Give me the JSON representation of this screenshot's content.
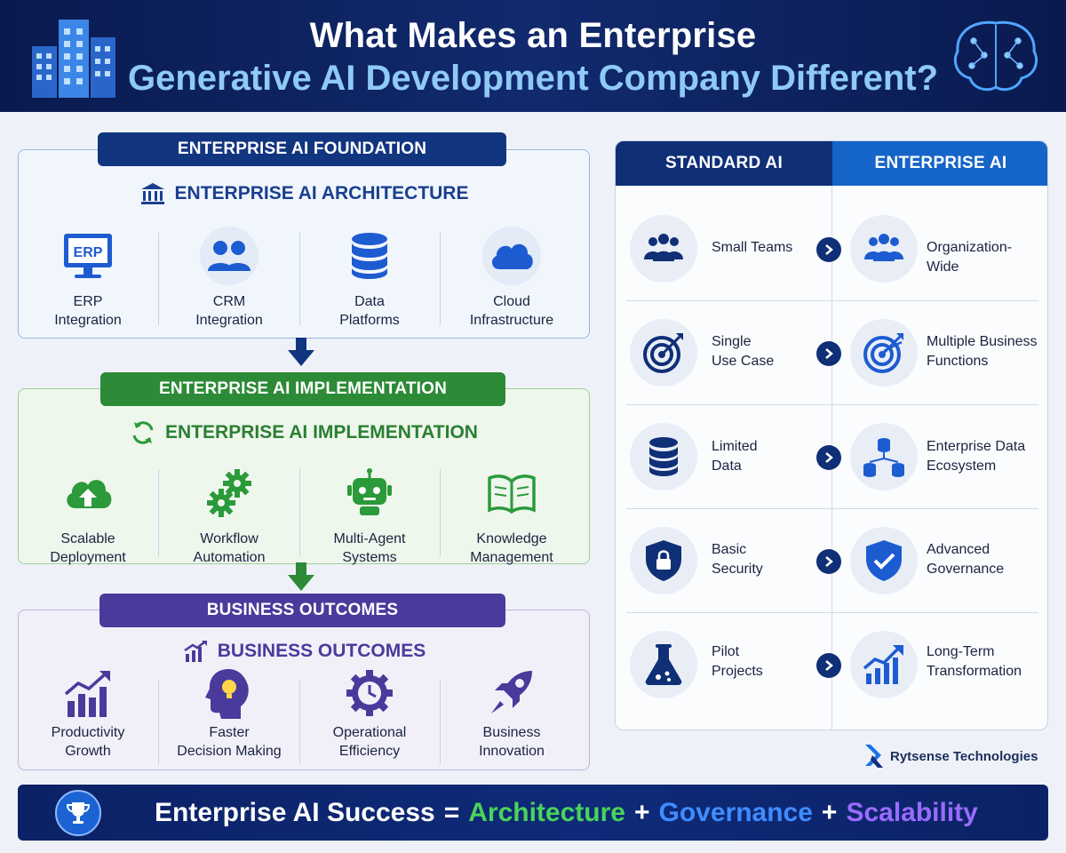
{
  "header": {
    "title_line1": "What Makes an Enterprise",
    "title_line2": "Generative AI Development Company Different?"
  },
  "foundation": {
    "pill": "ENTERPRISE AI FOUNDATION",
    "subtitle": "ENTERPRISE AI ARCHITECTURE",
    "items": [
      {
        "line1": "ERP",
        "line2": "Integration",
        "icon": "erp-monitor-icon"
      },
      {
        "line1": "CRM",
        "line2": "Integration",
        "icon": "users-icon"
      },
      {
        "line1": "Data",
        "line2": "Platforms",
        "icon": "database-icon"
      },
      {
        "line1": "Cloud",
        "line2": "Infrastructure",
        "icon": "cloud-icon"
      }
    ],
    "erp_badge": "ERP",
    "color": "#123580"
  },
  "implementation": {
    "pill": "ENTERPRISE AI IMPLEMENTATION",
    "subtitle": "ENTERPRISE AI IMPLEMENTATION",
    "items": [
      {
        "line1": "Scalable",
        "line2": "Deployment",
        "icon": "cloud-upload-icon"
      },
      {
        "line1": "Workflow",
        "line2": "Automation",
        "icon": "gears-icon"
      },
      {
        "line1": "Multi-Agent",
        "line2": "Systems",
        "icon": "robot-icon"
      },
      {
        "line1": "Knowledge",
        "line2": "Management",
        "icon": "book-icon"
      }
    ],
    "color": "#2d8a36"
  },
  "outcomes": {
    "pill": "BUSINESS OUTCOMES",
    "subtitle": "BUSINESS OUTCOMES",
    "items": [
      {
        "line1": "Productivity",
        "line2": "Growth",
        "icon": "growth-chart-icon"
      },
      {
        "line1": "Faster",
        "line2": "Decision Making",
        "icon": "head-bulb-icon"
      },
      {
        "line1": "Operational",
        "line2": "Efficiency",
        "icon": "clock-gear-icon"
      },
      {
        "line1": "Business",
        "line2": "Innovation",
        "icon": "rocket-icon"
      }
    ],
    "color": "#4a3a9c"
  },
  "comparison": {
    "col_standard": "STANDARD AI",
    "col_enterprise": "ENTERPRISE AI",
    "rows": [
      {
        "std_line1": "Small Teams",
        "std_line2": "",
        "ent_line1": "Organization-Wide",
        "ent_line2": "",
        "std_icon": "small-team-icon",
        "ent_icon": "organization-icon"
      },
      {
        "std_line1": "Single",
        "std_line2": "Use Case",
        "ent_line1": "Multiple Business",
        "ent_line2": "Functions",
        "std_icon": "target-icon",
        "ent_icon": "target-arrows-icon"
      },
      {
        "std_line1": "Limited",
        "std_line2": "Data",
        "ent_line1": "Enterprise Data",
        "ent_line2": "Ecosystem",
        "std_icon": "database-icon",
        "ent_icon": "data-network-icon"
      },
      {
        "std_line1": "Basic",
        "std_line2": "Security",
        "ent_line1": "Advanced",
        "ent_line2": "Governance",
        "std_icon": "lock-shield-icon",
        "ent_icon": "check-shield-icon"
      },
      {
        "std_line1": "Pilot",
        "std_line2": "Projects",
        "ent_line1": "Long-Term",
        "ent_line2": "Transformation",
        "std_icon": "flask-icon",
        "ent_icon": "trend-up-icon"
      }
    ]
  },
  "brand": {
    "name": "Rytsense Technologies"
  },
  "footer": {
    "lead": "Enterprise AI Success",
    "eq": "=",
    "term1": "Architecture",
    "plus1": "+",
    "term2": "Governance",
    "plus2": "+",
    "term3": "Scalability",
    "colors": {
      "architecture": "#49d35a",
      "governance": "#3f8cff",
      "scalability": "#9a6bff"
    }
  }
}
